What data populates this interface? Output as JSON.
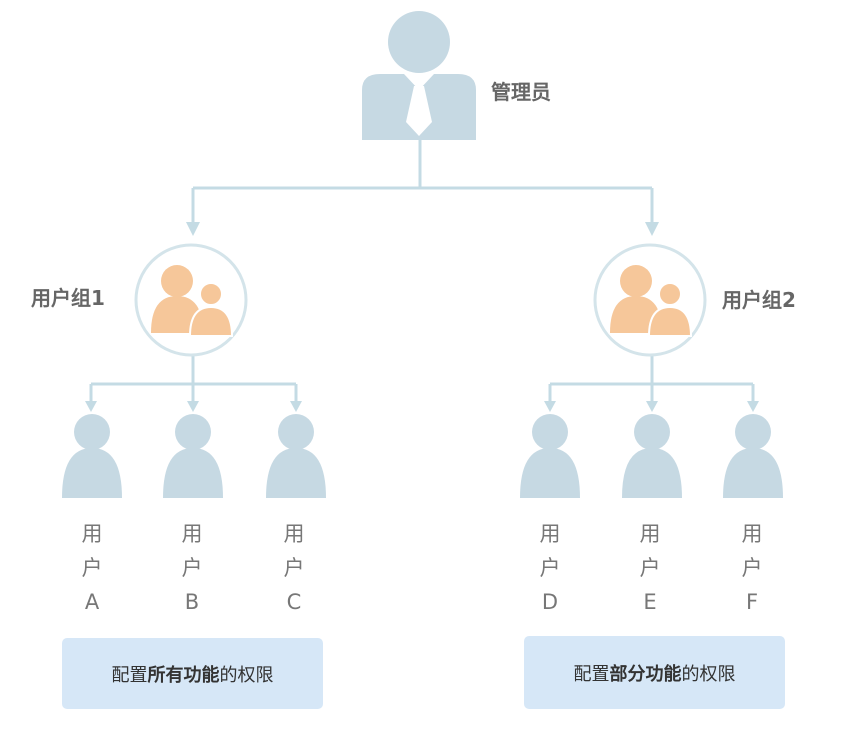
{
  "colors": {
    "connector": "#c4dbe4",
    "person": "#c6d9e3",
    "group_icon": "#f6c79a",
    "group_ring": "#d4e4ea",
    "permission_box": "#d6e7f7"
  },
  "admin": {
    "label": "管理员",
    "icon": "admin-icon"
  },
  "groups": [
    {
      "label": "用户组1",
      "icon": "user-group-icon",
      "users": [
        {
          "line1": "用",
          "line2": "户",
          "letter": "A"
        },
        {
          "line1": "用",
          "line2": "户",
          "letter": "B"
        },
        {
          "line1": "用",
          "line2": "户",
          "letter": "C"
        }
      ],
      "permission": {
        "prefix": "配置",
        "emphasis": "所有功能",
        "suffix": "的权限"
      }
    },
    {
      "label": "用户组2",
      "icon": "user-group-icon",
      "users": [
        {
          "line1": "用",
          "line2": "户",
          "letter": "D"
        },
        {
          "line1": "用",
          "line2": "户",
          "letter": "E"
        },
        {
          "line1": "用",
          "line2": "户",
          "letter": "F"
        }
      ],
      "permission": {
        "prefix": "配置",
        "emphasis": "部分功能",
        "suffix": "的权限"
      }
    }
  ]
}
